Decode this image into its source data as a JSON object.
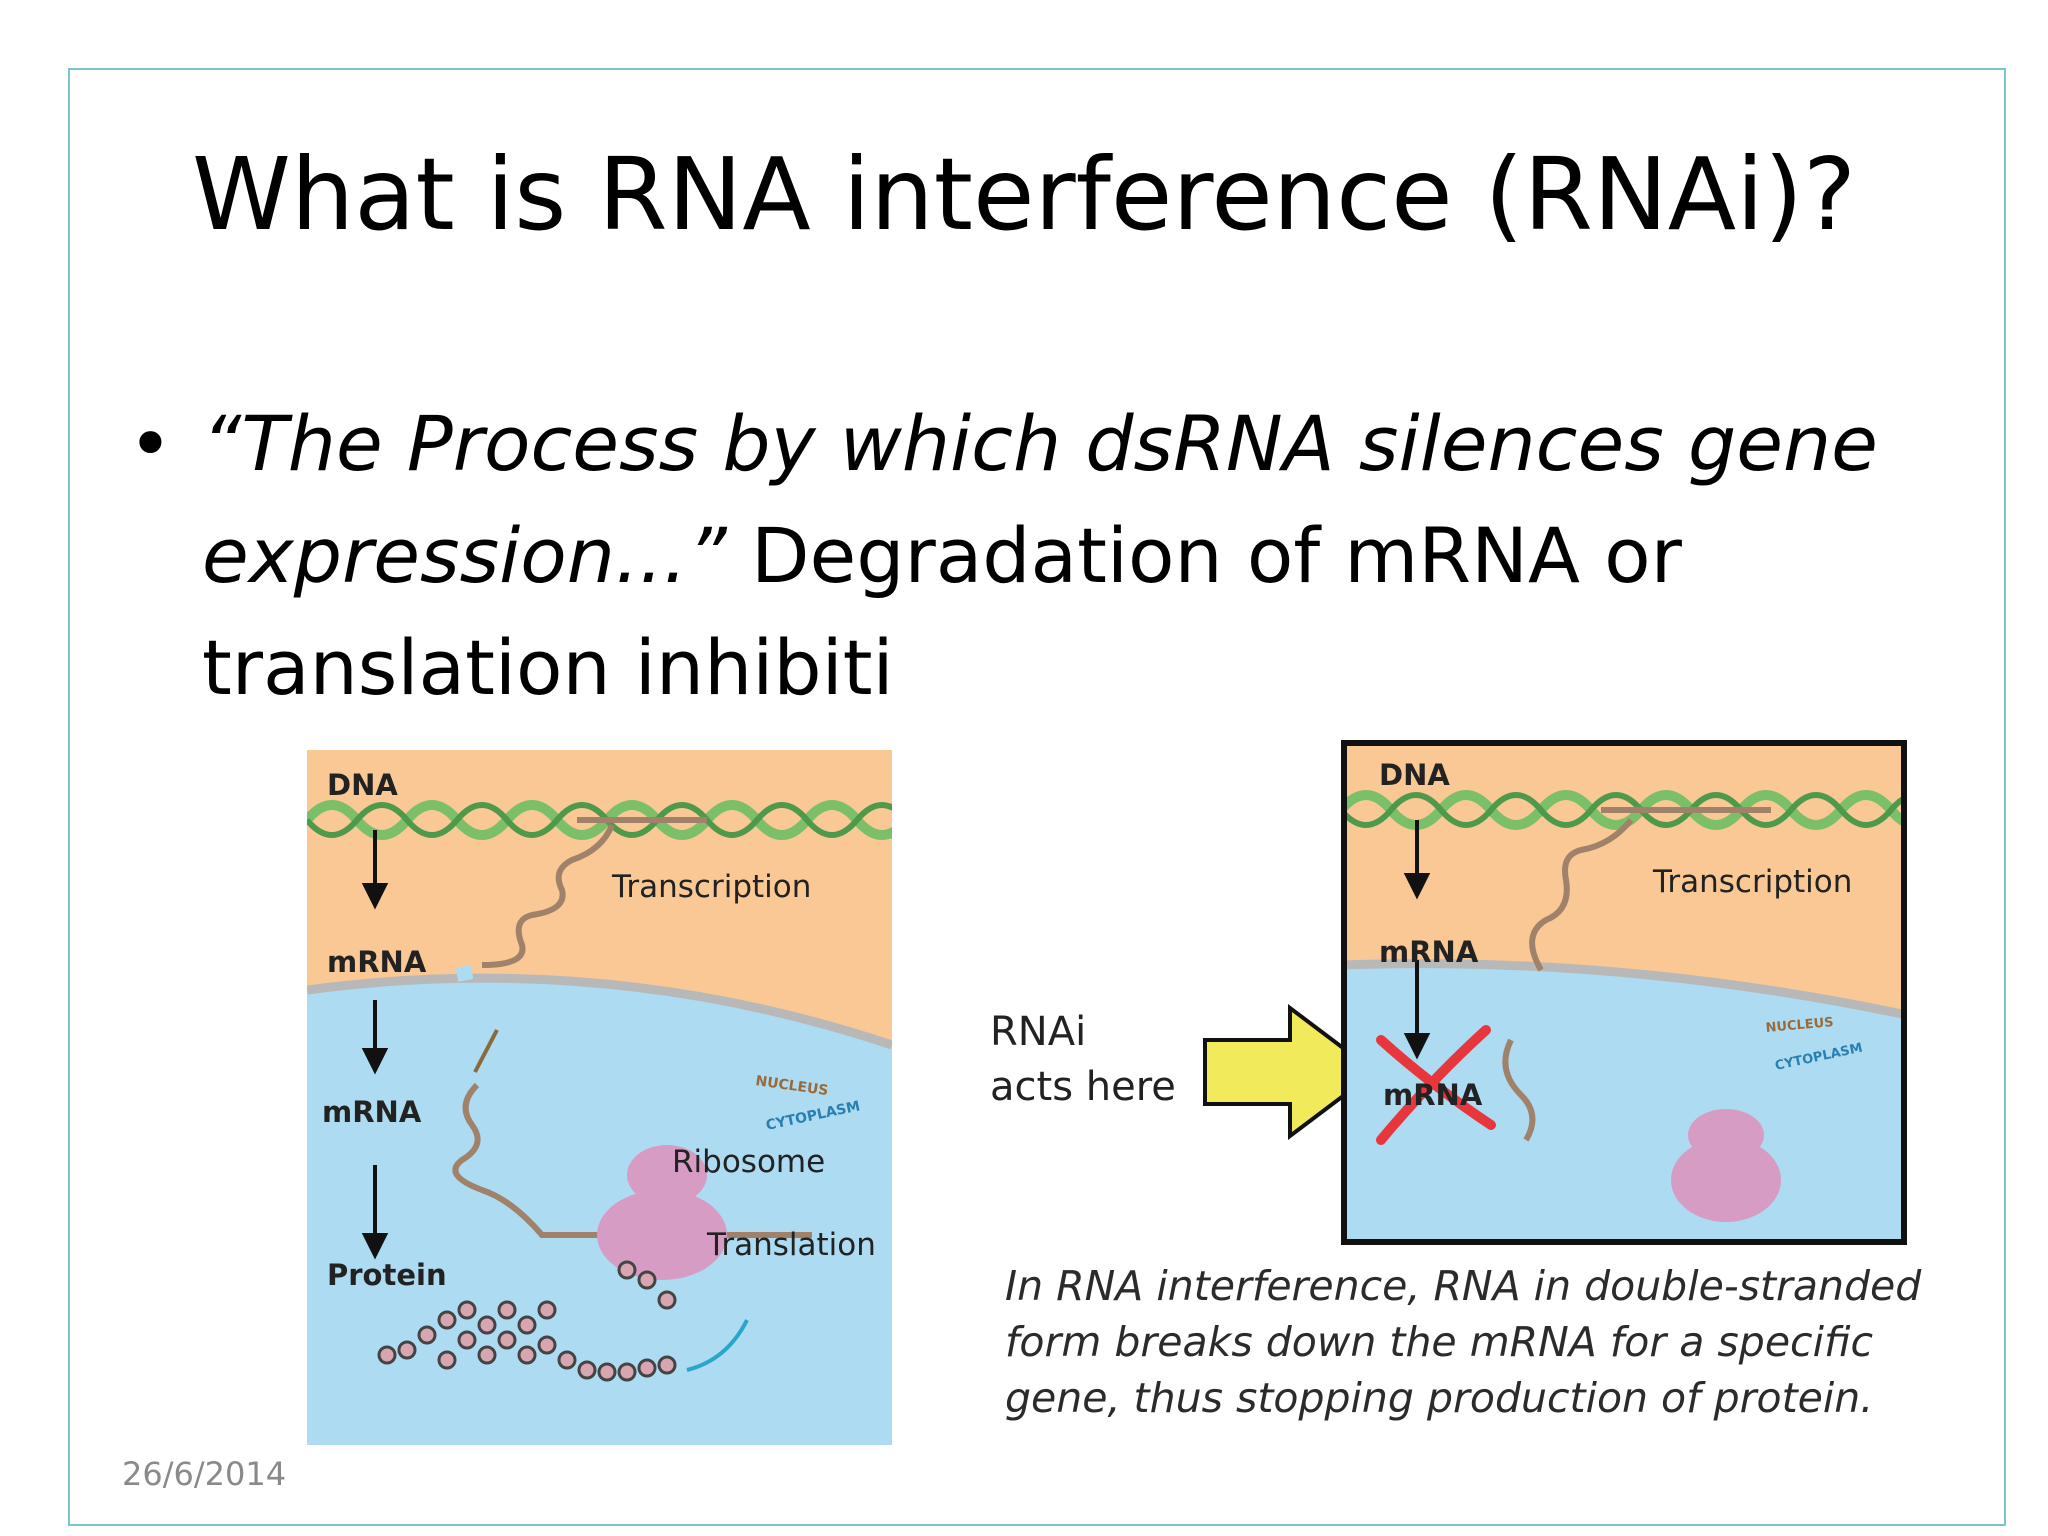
{
  "slide": {
    "title": "What is RNA interference (RNAi)?",
    "bullet": {
      "quote": "“The Process by which dsRNA silences gene expression...”",
      "rest": " Degradation of mRNA or translation inhibiti"
    },
    "date": "26/6/2014"
  },
  "figure_left": {
    "dna": "DNA",
    "transcription": "Transcription",
    "mrna_1": "mRNA",
    "mrna_2": "mRNA",
    "protein": "Protein",
    "nucleus": "NUCLEUS",
    "cytoplasm": "CYTOPLASM",
    "ribosome": "Ribosome",
    "translation": "Translation"
  },
  "figure_right": {
    "dna": "DNA",
    "transcription": "Transcription",
    "mrna_1": "mRNA",
    "mrna_2": "mRNA",
    "nucleus": "NUCLEUS",
    "cytoplasm": "CYTOPLASM",
    "rnai_line1": "RNAi",
    "rnai_line2": "acts here",
    "caption": "In RNA interference, RNA in double-stranded form breaks down the mRNA for a specific gene, thus stopping production of protein."
  },
  "colors": {
    "nucleus_fill": "#f9c894",
    "cytoplasm_fill": "#acdbf2",
    "dna_strand": "#7bbf68",
    "mrna_strand": "#a0826b",
    "ribosome": "#d79cc4",
    "arrow_yellow": "#f1ea5b",
    "cross_red": "#e8373c",
    "frame": "#7fc3cf"
  }
}
